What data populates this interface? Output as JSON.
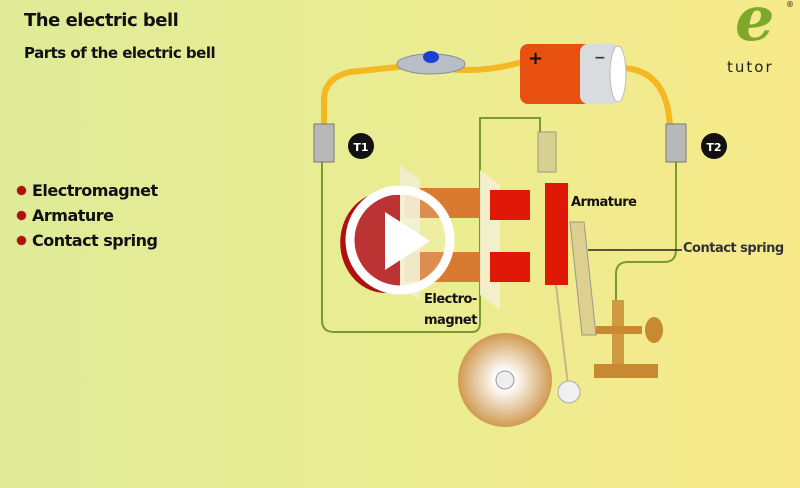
{
  "header": {
    "title": "The electric bell",
    "subtitle": "Parts of the electric bell"
  },
  "logo": {
    "letter": "e",
    "text": "tutor",
    "mark": "®",
    "color": "#7ea82a"
  },
  "parts_list": [
    "Electromagnet",
    "Armature",
    "Contact spring"
  ],
  "diagram": {
    "battery_plus": "+",
    "battery_minus": "−",
    "terminal_1": "T1",
    "terminal_2": "T2",
    "labels": {
      "armature": "Armature",
      "contact_spring": "Contact spring",
      "electromagnet_1": "Electro-",
      "electromagnet_2": "magnet"
    }
  },
  "player": {
    "play_icon": "play-icon"
  }
}
